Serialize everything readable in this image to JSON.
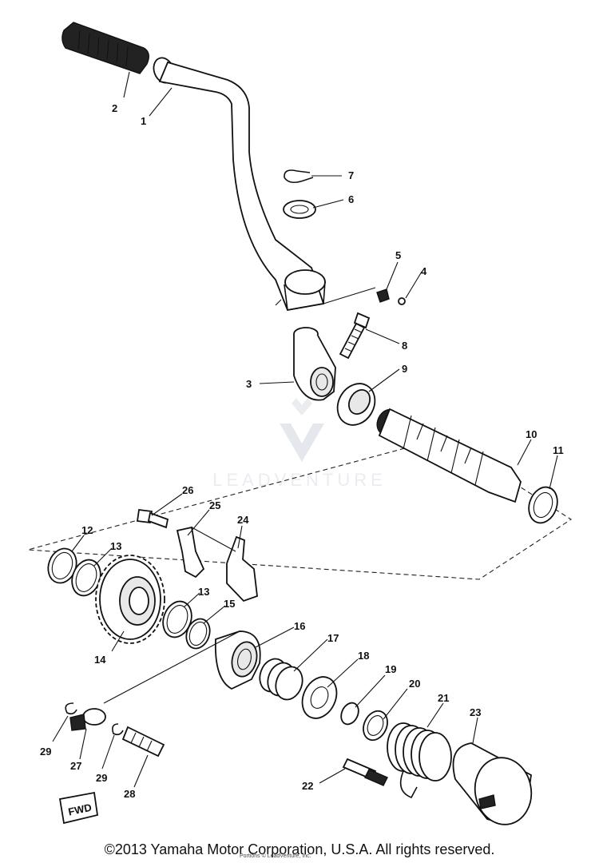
{
  "watermark": {
    "text": "LEADVENTURE"
  },
  "parts": [
    {
      "key": "p1",
      "num": "1"
    },
    {
      "key": "p2",
      "num": "2"
    },
    {
      "key": "p3",
      "num": "3"
    },
    {
      "key": "p4",
      "num": "4"
    },
    {
      "key": "p5",
      "num": "5"
    },
    {
      "key": "p6",
      "num": "6"
    },
    {
      "key": "p7",
      "num": "7"
    },
    {
      "key": "p8",
      "num": "8"
    },
    {
      "key": "p9",
      "num": "9"
    },
    {
      "key": "p10",
      "num": "10"
    },
    {
      "key": "p11",
      "num": "11"
    },
    {
      "key": "p12",
      "num": "12"
    },
    {
      "key": "p13a",
      "num": "13"
    },
    {
      "key": "p13b",
      "num": "13"
    },
    {
      "key": "p14",
      "num": "14"
    },
    {
      "key": "p15",
      "num": "15"
    },
    {
      "key": "p16",
      "num": "16"
    },
    {
      "key": "p17",
      "num": "17"
    },
    {
      "key": "p18",
      "num": "18"
    },
    {
      "key": "p19",
      "num": "19"
    },
    {
      "key": "p20",
      "num": "20"
    },
    {
      "key": "p21",
      "num": "21"
    },
    {
      "key": "p22",
      "num": "22"
    },
    {
      "key": "p23",
      "num": "23"
    },
    {
      "key": "p24",
      "num": "24"
    },
    {
      "key": "p25",
      "num": "25"
    },
    {
      "key": "p26",
      "num": "26"
    },
    {
      "key": "p27",
      "num": "27"
    },
    {
      "key": "p28",
      "num": "28"
    },
    {
      "key": "p29a",
      "num": "29"
    },
    {
      "key": "p29b",
      "num": "29"
    }
  ],
  "fwd_label": "FWD",
  "copyright": "©2013 Yamaha Motor Corporation, U.S.A. All rights reserved.",
  "copyright_small": "Portions © LeadVenture, Inc."
}
